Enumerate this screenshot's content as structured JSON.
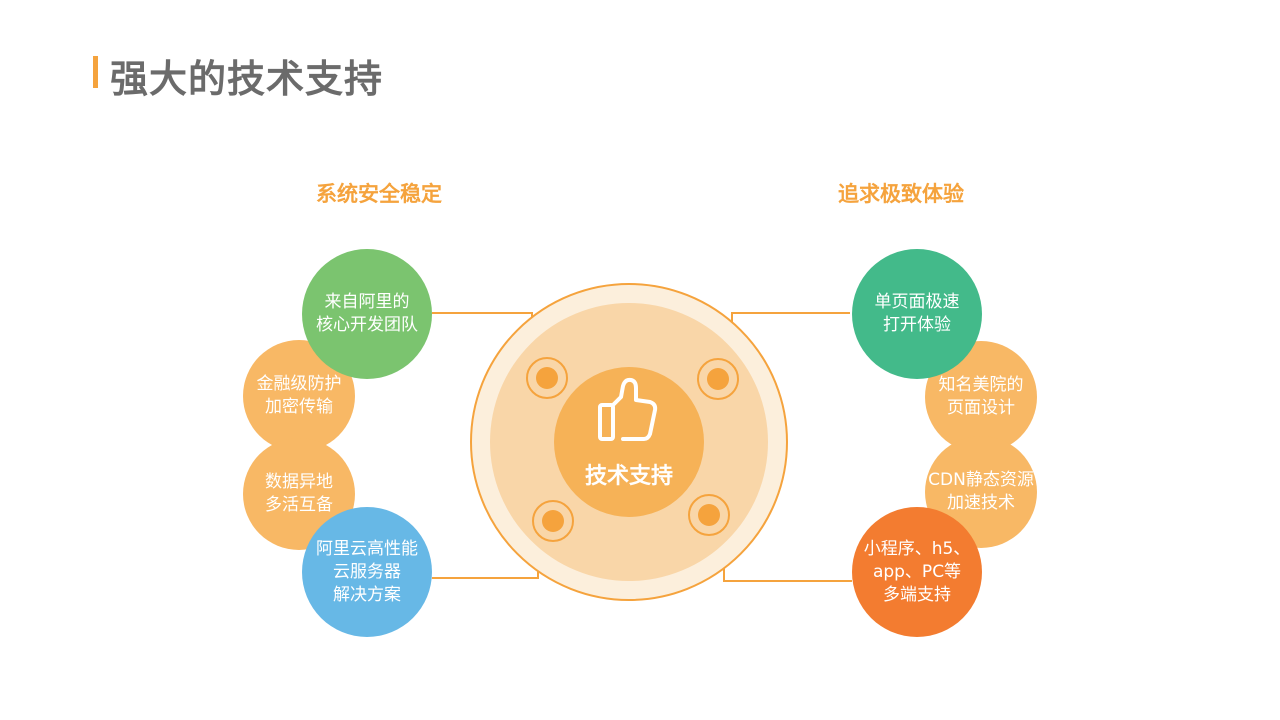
{
  "title": "强大的技术支持",
  "left_heading": "系统安全稳定",
  "right_heading": "追求极致体验",
  "center_label": "技术支持",
  "center_icon": "thumbs-up-icon",
  "left_nodes": [
    {
      "text": "来自阿里的\n核心开发团队",
      "color": "#7bc46f"
    },
    {
      "text": "金融级防护\n加密传输",
      "color": "#f8b865"
    },
    {
      "text": "数据异地\n多活互备",
      "color": "#f8b865"
    },
    {
      "text": "阿里云高性能\n云服务器\n解决方案",
      "color": "#67b8e6"
    }
  ],
  "right_nodes": [
    {
      "text": "单页面极速\n打开体验",
      "color": "#43ba8a"
    },
    {
      "text": "知名美院的\n页面设计",
      "color": "#f8b865"
    },
    {
      "text": "CDN静态资源\n加速技术",
      "color": "#f8b865"
    },
    {
      "text": "小程序、h5、\napp、PC等\n多端支持",
      "color": "#f37c30"
    }
  ],
  "colors": {
    "accent": "#f5a33d",
    "title": "#6b6b6b"
  }
}
